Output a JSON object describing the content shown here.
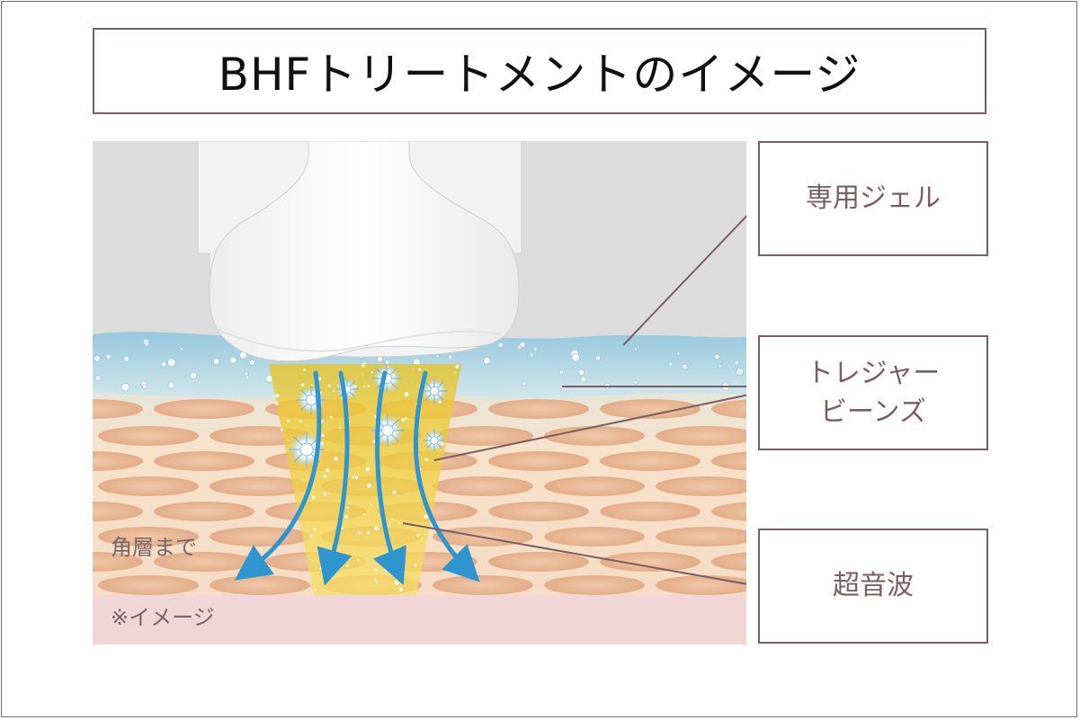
{
  "title": "BHFトリートメントのイメージ",
  "labels": {
    "gel": "専用ジェル",
    "beads_line1": "トレジャー",
    "beads_line2": "ビーンズ",
    "ultrasound": "超音波"
  },
  "illustration": {
    "depth_note": "角層まで",
    "image_note": "※イメージ"
  },
  "colors": {
    "border": "#7a5e63",
    "gel": "#a9d3e6",
    "skin_base": "#f4dcc8",
    "cell": "#e7b896",
    "bottom_layer": "#f1d6d8",
    "beam": "#f0cf2e",
    "arrows": "#2f95cf",
    "device": "#ffffff"
  }
}
